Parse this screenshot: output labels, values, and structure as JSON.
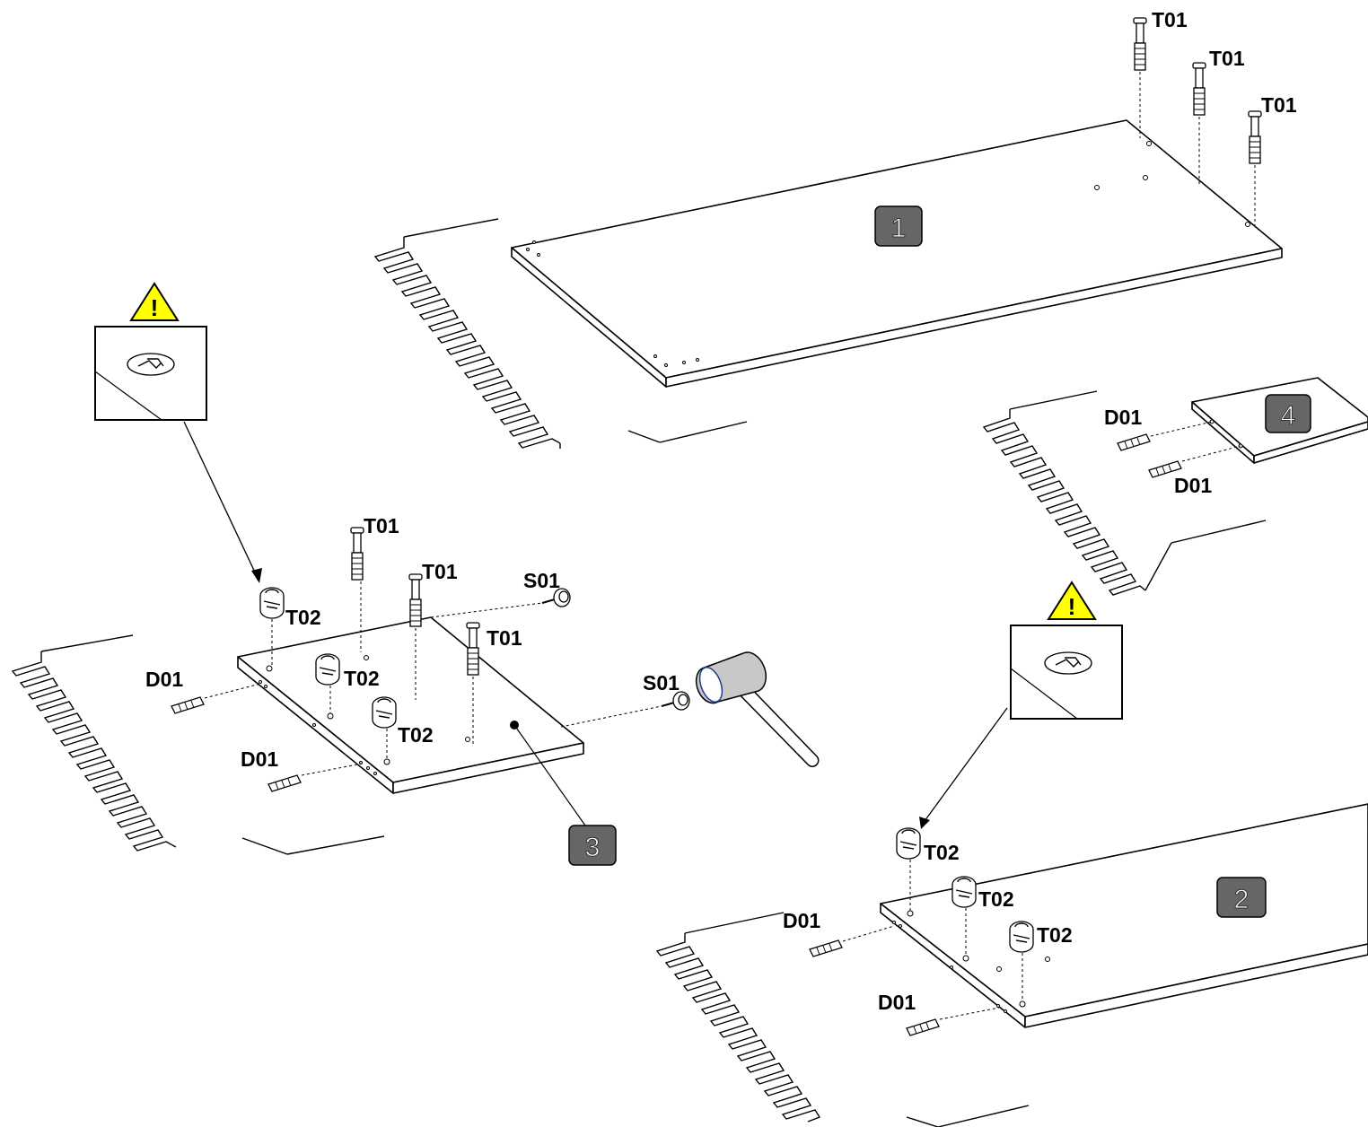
{
  "parts": {
    "t01": "T01",
    "t02": "T02",
    "d01": "D01",
    "s01": "S01"
  },
  "panels": {
    "p1": "1",
    "p2": "2",
    "p3": "3",
    "p4": "4"
  },
  "warning": {
    "symbol": "!",
    "color": "#ffff00"
  },
  "colors": {
    "badge": "#666666",
    "line": "#000000"
  }
}
